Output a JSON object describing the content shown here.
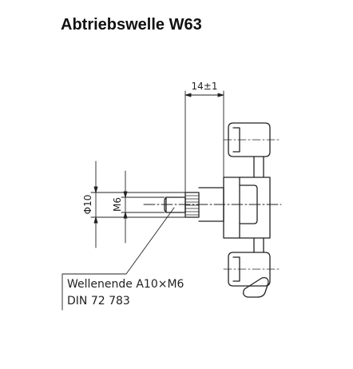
{
  "title": "Abtriebswelle W63",
  "dimensions": {
    "length": "14±1",
    "diameter": "Φ10",
    "thread": "M6"
  },
  "callout": {
    "line1": "Wellenende A10×M6",
    "line2": "DIN 72 783"
  }
}
